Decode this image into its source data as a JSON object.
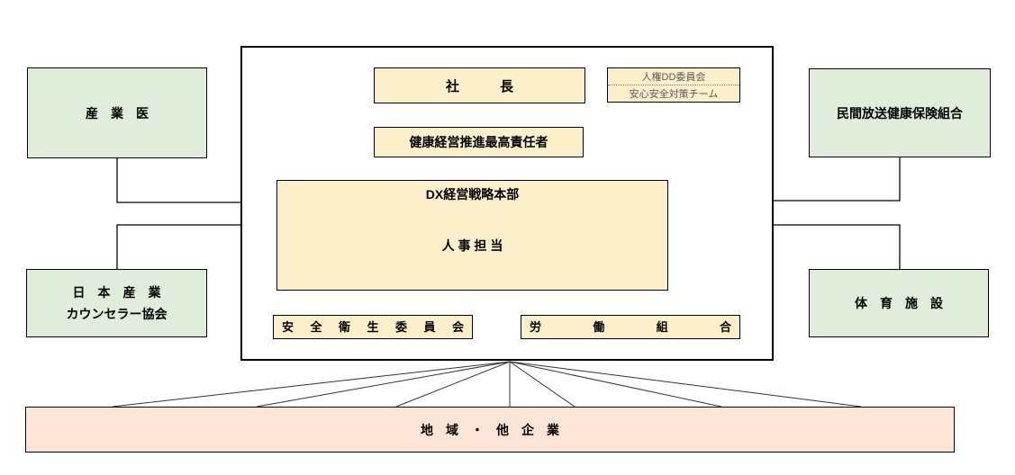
{
  "colors": {
    "box_cream": "#FCEFC9",
    "box_green": "#DFEDDA",
    "box_pink": "#FCE4D6",
    "border": "#000000",
    "muted_text": "#595959"
  },
  "org": {
    "president": "社　　　長",
    "dd_committee": "人権DD委員会",
    "safety_team": "安心安全対策チーム",
    "health_officer": "健康経営推進最高責任者",
    "dx_division": "DX経営戦略本部",
    "hr_section": "人 事 担 当",
    "safety_committee": "安 全 衛 生 委 員 会",
    "labor_union": "労 働 組 合"
  },
  "partners": {
    "occupational_physician": "産　業　医",
    "counselor_line1": "日　本　産　業",
    "counselor_line2": "カウンセラー協会",
    "insurance_union": "民間放送健康保険組合",
    "sports_facility": "体　育　施　設",
    "community": "地　域　・　他　企　業"
  }
}
